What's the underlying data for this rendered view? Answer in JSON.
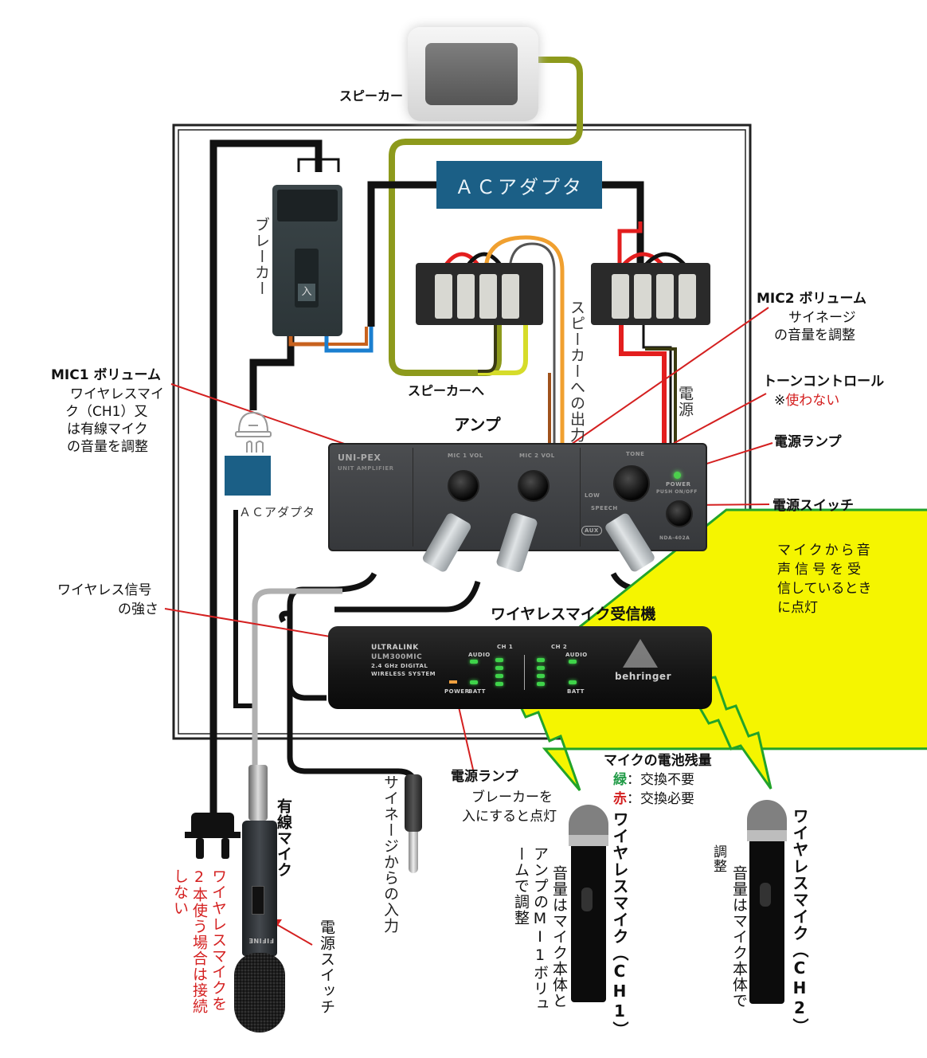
{
  "title": "Amplifier / wireless microphone wiring diagram",
  "colors": {
    "blue_box": "#1b5f86",
    "callout_line": "#d42020",
    "speaker_wire": "#8d9a1c",
    "lightning_fill": "#f5f500",
    "lightning_stroke": "#22a32a",
    "note_red": "#d42020",
    "note_green": "#1f9a45"
  },
  "components": {
    "speaker": "スピーカー",
    "ac_adapter_top": "ＡＣアダプタ",
    "ac_adapter_left": "ＡＣアダプタ",
    "breaker": "ブレーカー",
    "breaker_switch_glyph": "入",
    "to_speaker": "スピーカーへ",
    "speaker_output": "スピーカーへの出力",
    "power_wire": "電源",
    "amp": "アンプ",
    "receiver": "ワイヤレスマイク受信機",
    "signage_input": "サイネージからの入力"
  },
  "amp_panel": {
    "brand": "UNI-PEX",
    "sub": "UNIT AMPLIFIER",
    "mic1": "MIC 1 VOL",
    "mic2": "MIC 2 VOL",
    "tone": "TONE",
    "low": "LOW",
    "speech": "SPEECH",
    "power": "POWER",
    "push": "PUSH ON/OFF",
    "aux": "AUX",
    "model": "NDA-402A"
  },
  "receiver_panel": {
    "brand1": "ULTRALINK",
    "brand2": "ULM300MIC",
    "desc1": "2.4 GHz DIGITAL",
    "desc2": "WIRELESS SYSTEM",
    "ch1": "CH 1",
    "ch2": "CH 2",
    "audio": "AUDIO",
    "batt": "BATT",
    "power": "POWER",
    "logo": "behringer"
  },
  "callouts": {
    "mic1_title": "MIC1 ボリューム",
    "mic1_desc": [
      "ワイヤレスマイ",
      "ク（CH1）又",
      "は有線マイク",
      "の音量を調整"
    ],
    "mic2_title": "MIC2 ボリューム",
    "mic2_desc": [
      "サイネージ",
      "の音量を調整"
    ],
    "tone_title": "トーンコントロール",
    "tone_note_prefix": "※",
    "tone_note": "使わない",
    "power_lamp_amp": "電源ランプ",
    "power_switch_amp": "電源スイッチ",
    "audio_led_desc": [
      "マイクから音",
      "声信号を受",
      "信しているとき",
      "に点灯"
    ],
    "signal_desc": [
      "ワイヤレス信号",
      "の強さ"
    ],
    "rx_power_title": "電源ランプ",
    "rx_power_desc": [
      "ブレーカーを",
      "入にすると点灯"
    ],
    "battery_title": "マイクの電池残量",
    "battery_green_key": "緑",
    "battery_green_val": "：交換不要",
    "battery_red_key": "赤",
    "battery_red_val": "：交換必要"
  },
  "wired_mic": {
    "title": "有線マイク",
    "note_col1": "ワイヤレスマイクを",
    "note_col2": "2本使う場合は接続",
    "note_col3": "しない",
    "switch": "電源スイッチ",
    "brand": "FIFINE"
  },
  "wireless_mic_ch1": {
    "title": "ワイヤレスマイク（CH1）",
    "desc_col1": "音量はマイク本体と",
    "desc_col2": "アンプのMI1ボリュ",
    "desc_col3": "ームで調整"
  },
  "wireless_mic_ch2": {
    "title": "ワイヤレスマイク（CH2）",
    "desc_col1": "音量はマイク本体で",
    "desc_col2": "調整"
  }
}
